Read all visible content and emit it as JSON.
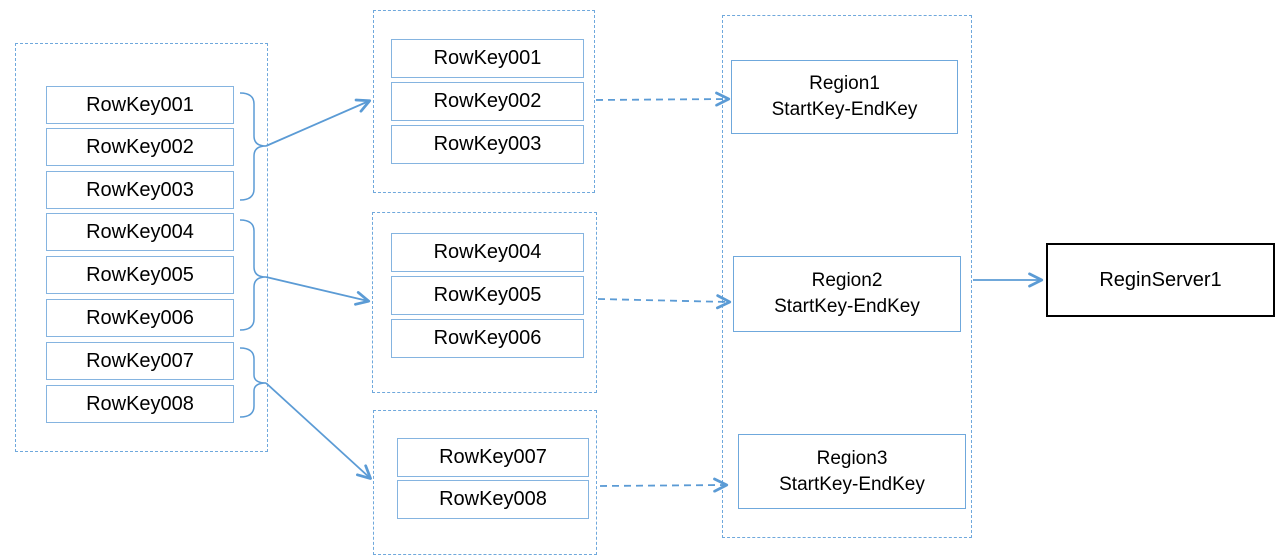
{
  "colors": {
    "accent_blue": "#5B9BD5",
    "container_dashed_border": "#6FA8DC",
    "rowkey_box_border": "#85B4E0",
    "region_box_border": "#6FA8DC",
    "server_box_border": "#000000",
    "text": "#000000",
    "background": "#FFFFFF"
  },
  "rowkey_table": {
    "rows": [
      "RowKey001",
      "RowKey002",
      "RowKey003",
      "RowKey004",
      "RowKey005",
      "RowKey006",
      "RowKey007",
      "RowKey008"
    ]
  },
  "groups": [
    {
      "rows": [
        "RowKey001",
        "RowKey002",
        "RowKey003"
      ]
    },
    {
      "rows": [
        "RowKey004",
        "RowKey005",
        "RowKey006"
      ]
    },
    {
      "rows": [
        "RowKey007",
        "RowKey008"
      ]
    }
  ],
  "regions": [
    {
      "name": "Region1",
      "range": "StartKey-EndKey"
    },
    {
      "name": "Region2",
      "range": "StartKey-EndKey"
    },
    {
      "name": "Region3",
      "range": "StartKey-EndKey"
    }
  ],
  "server": {
    "label": "ReginServer1"
  }
}
